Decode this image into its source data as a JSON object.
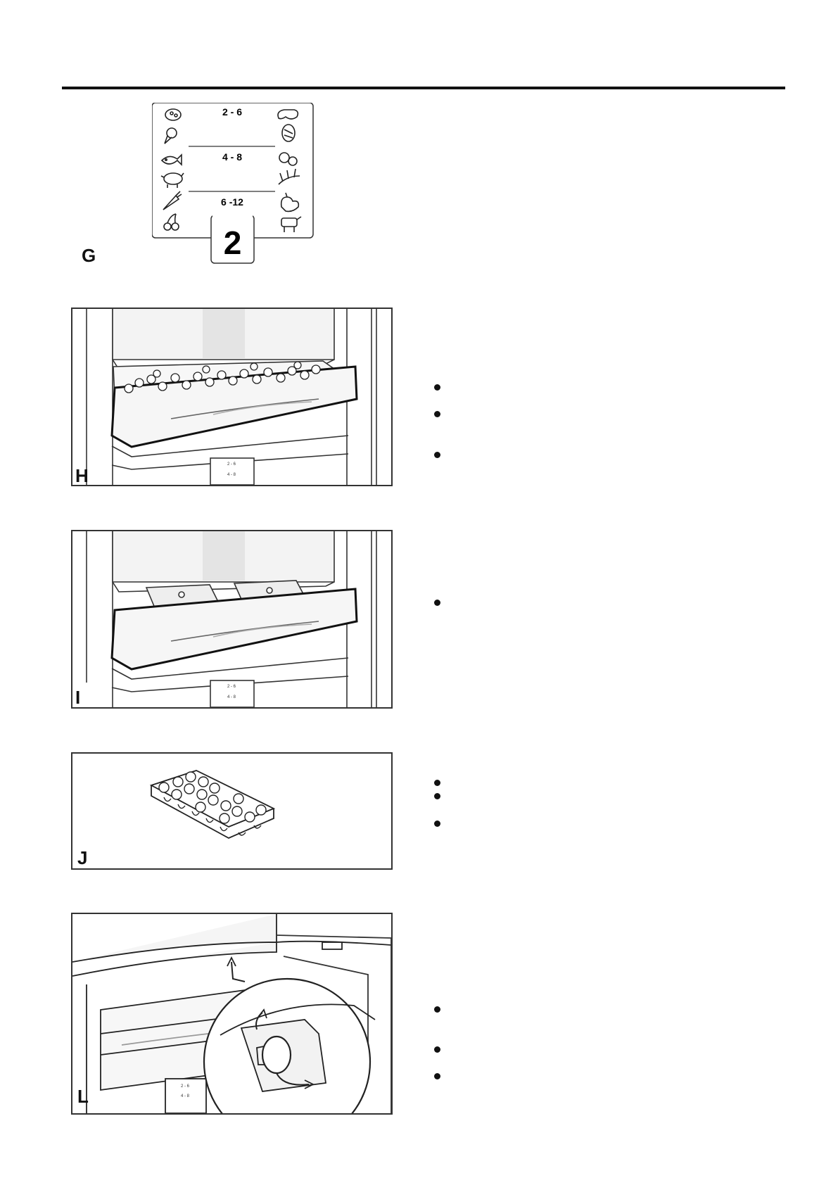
{
  "figures": {
    "g": {
      "label": "G"
    },
    "h": {
      "label": "H"
    },
    "i": {
      "label": "I"
    },
    "j": {
      "label": "J"
    },
    "l": {
      "label": "L"
    }
  },
  "chart_card": {
    "ranges": [
      "2 - 6",
      "4 - 8",
      "6 -12"
    ],
    "compartment_number": "2",
    "icons_left": [
      "pizza-icon",
      "ice-cream-icon",
      "fish-icon",
      "pig-icon",
      "carrot-icon",
      "cherry-icon"
    ],
    "icons_right": [
      "sausage-icon",
      "bread-icon",
      "fruit-icon",
      "herbs-icon",
      "chicken-icon",
      "cow-icon"
    ]
  },
  "mini_panel": {
    "ranges": [
      "2 - 6",
      "4 - 8"
    ]
  }
}
